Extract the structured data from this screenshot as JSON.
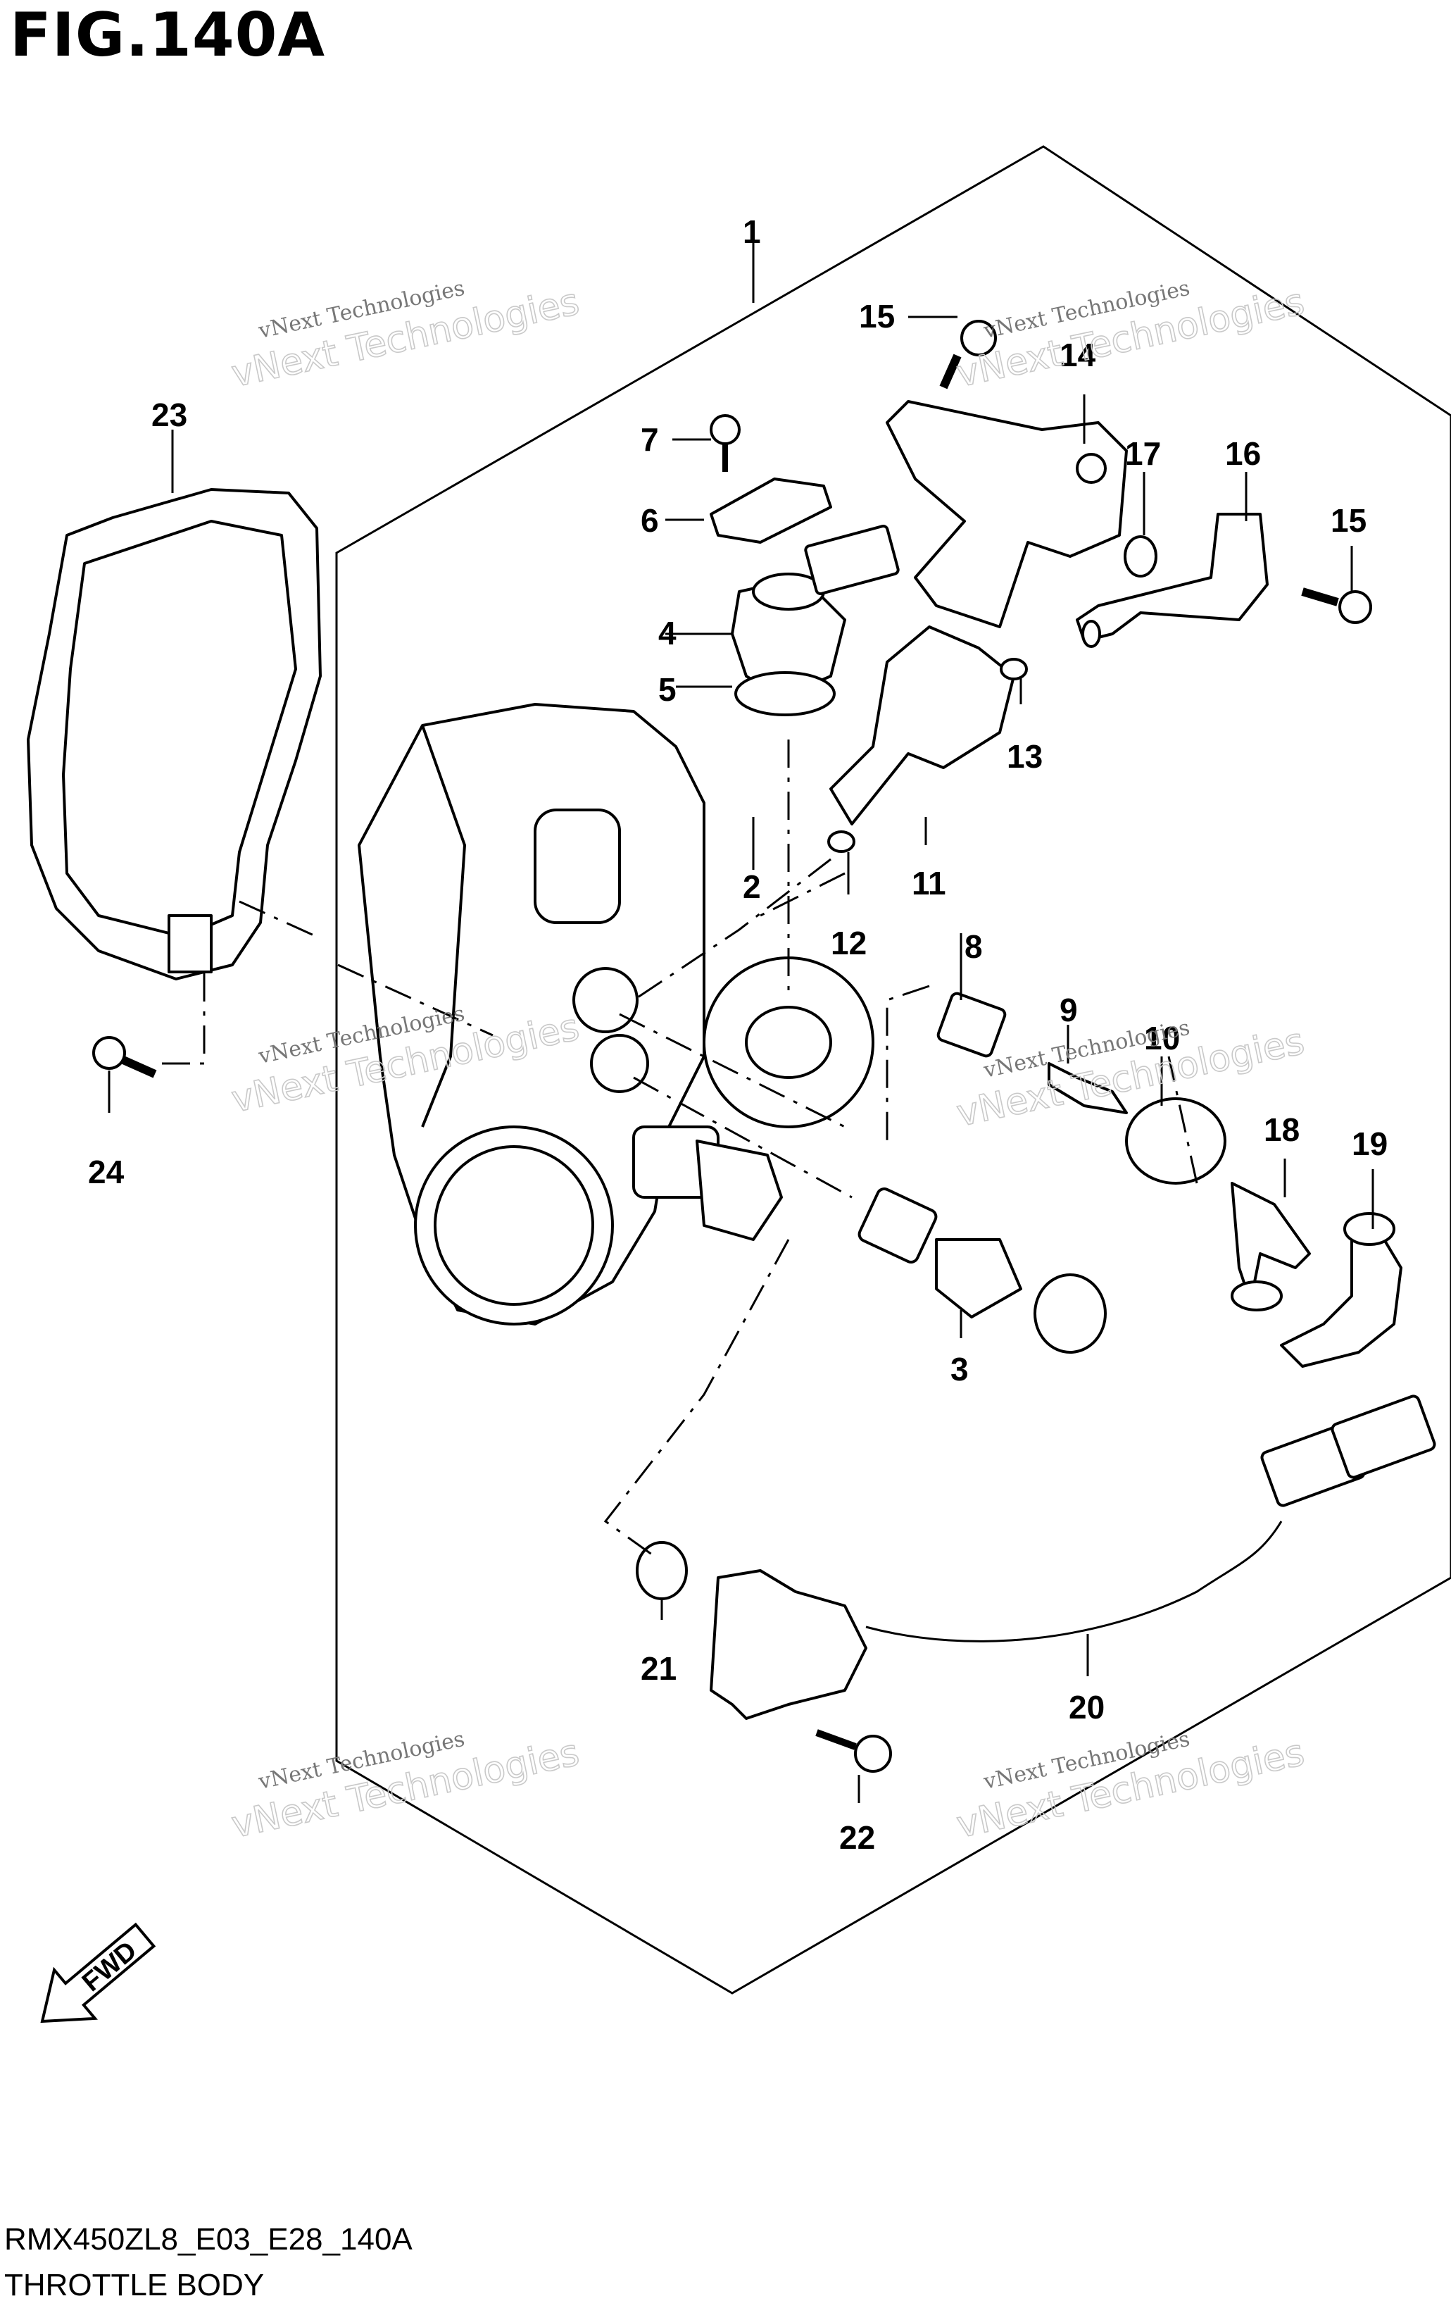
{
  "figure": {
    "title": "FIG.140A",
    "code": "RMX450ZL8_E03_E28_140A",
    "name": "THROTTLE BODY"
  },
  "fwd_label": "FWD",
  "watermark": {
    "line1": "vNext Technologies",
    "line2": "vNext Technologies"
  },
  "callouts": [
    "1",
    "2",
    "3",
    "4",
    "5",
    "6",
    "7",
    "8",
    "9",
    "10",
    "11",
    "12",
    "13",
    "14",
    "15",
    "15",
    "16",
    "17",
    "18",
    "19",
    "20",
    "21",
    "22",
    "23",
    "24"
  ],
  "colors": {
    "ink": "#000000",
    "background": "#ffffff",
    "watermark": "#777777"
  }
}
